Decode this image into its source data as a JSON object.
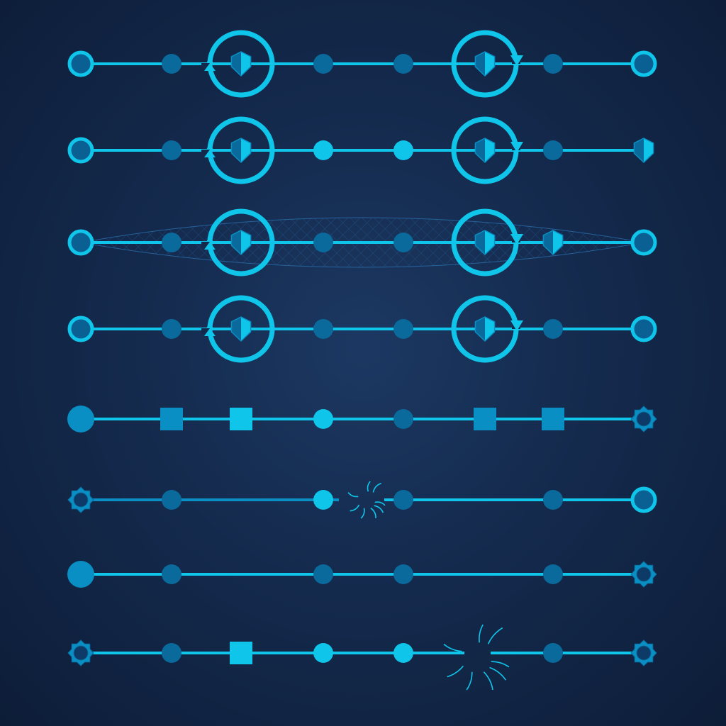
{
  "palette": {
    "bright": "#0fc6ea",
    "mid": "#0a8fc4",
    "dark": "#0a6a9c",
    "deep": "#0d3a66",
    "ring_fill": "#0a5f93",
    "mesh": "#2a6fae"
  },
  "rows": [
    {
      "id": "row-1",
      "nodes": [
        "ring",
        "dot-dark",
        "rotate-ccw",
        "dot-dark",
        "dot-dark",
        "rotate-cw",
        "dot-dark",
        "ring"
      ],
      "mesh": false,
      "break": null
    },
    {
      "id": "row-2",
      "nodes": [
        "ring",
        "dot-dark",
        "rotate-ccw",
        "dot-bright",
        "dot-bright",
        "rotate-cw",
        "dot-dark",
        "shield"
      ],
      "mesh": false,
      "break": null
    },
    {
      "id": "row-3",
      "nodes": [
        "ring",
        "dot-dark",
        "rotate-ccw",
        "dot-dark",
        "dot-dark",
        "rotate-cw",
        "shield",
        "ring"
      ],
      "mesh": true,
      "break": null
    },
    {
      "id": "row-4",
      "nodes": [
        "ring",
        "dot-dark",
        "rotate-ccw",
        "dot-dark",
        "dot-dark",
        "rotate-cw",
        "dot-dark",
        "ring"
      ],
      "mesh": false,
      "break": null
    },
    {
      "id": "row-5",
      "nodes": [
        "big-dot",
        "square-dark",
        "square-bright",
        "dot-bright",
        "dot-dark",
        "square-dark",
        "square-dark",
        "gear"
      ],
      "mesh": false,
      "break": null
    },
    {
      "id": "row-6",
      "nodes": [
        "gear",
        "dot-dark",
        "none",
        "dot-bright",
        "dot-dark",
        "none",
        "dot-dark",
        "ring"
      ],
      "mesh": false,
      "break": "small"
    },
    {
      "id": "row-7",
      "nodes": [
        "big-dot",
        "dot-dark",
        "none",
        "dot-dark",
        "dot-dark",
        "none",
        "dot-dark",
        "gear"
      ],
      "mesh": false,
      "break": null
    },
    {
      "id": "row-8",
      "nodes": [
        "gear",
        "dot-dark",
        "square-bright",
        "dot-bright",
        "dot-bright",
        "none",
        "dot-dark",
        "gear"
      ],
      "mesh": false,
      "break": "large"
    }
  ]
}
